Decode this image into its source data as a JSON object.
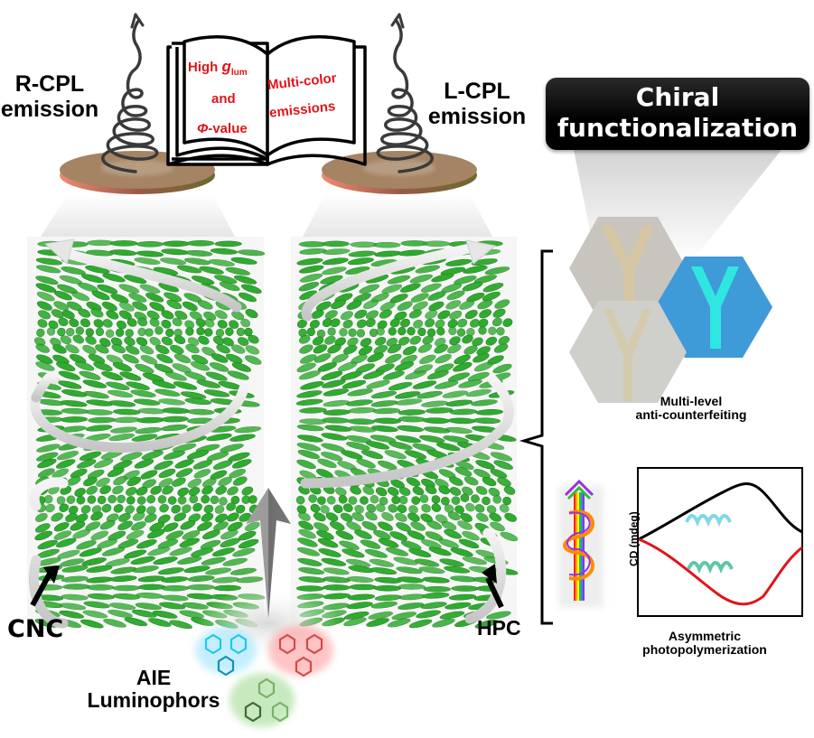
{
  "book": {
    "left_page": {
      "line1_prefix": "High ",
      "line1_symbol": "g",
      "line1_subscript": "lum",
      "line2": "and",
      "line3_symbol": "Φ",
      "line3_suffix": "-value"
    },
    "right_page": {
      "line1": "Multi-color",
      "line2": "emissions"
    }
  },
  "r_cpl": {
    "line1": "R-CPL",
    "line2": "emission"
  },
  "l_cpl": {
    "line1": "L-CPL",
    "line2": "emission"
  },
  "chiral_box": {
    "line1": "Chiral",
    "line2": "functionalization"
  },
  "left_column_label": "CNC",
  "right_column_label": "HPC",
  "aie": {
    "line1": "AIE",
    "line2": "Luminophors"
  },
  "anti_counterfeiting": {
    "line1": "Multi-level",
    "line2": "anti-counterfeiting"
  },
  "photopolymerization": {
    "line1": "Asymmetric",
    "line2": "photopolymerization"
  },
  "cd_plot": {
    "ylabel": "CD (mdeg)",
    "positive_curve_color": "#000000",
    "negative_curve_color": "#e0141b"
  },
  "colors": {
    "mesogen_green": "#2faa2f",
    "disk_brown": "#a58463",
    "text_red": "#e0141b",
    "luminophor_blue": "#1ec8f0",
    "luminophor_red": "#e84a4a",
    "luminophor_green": "#6ab85a"
  }
}
